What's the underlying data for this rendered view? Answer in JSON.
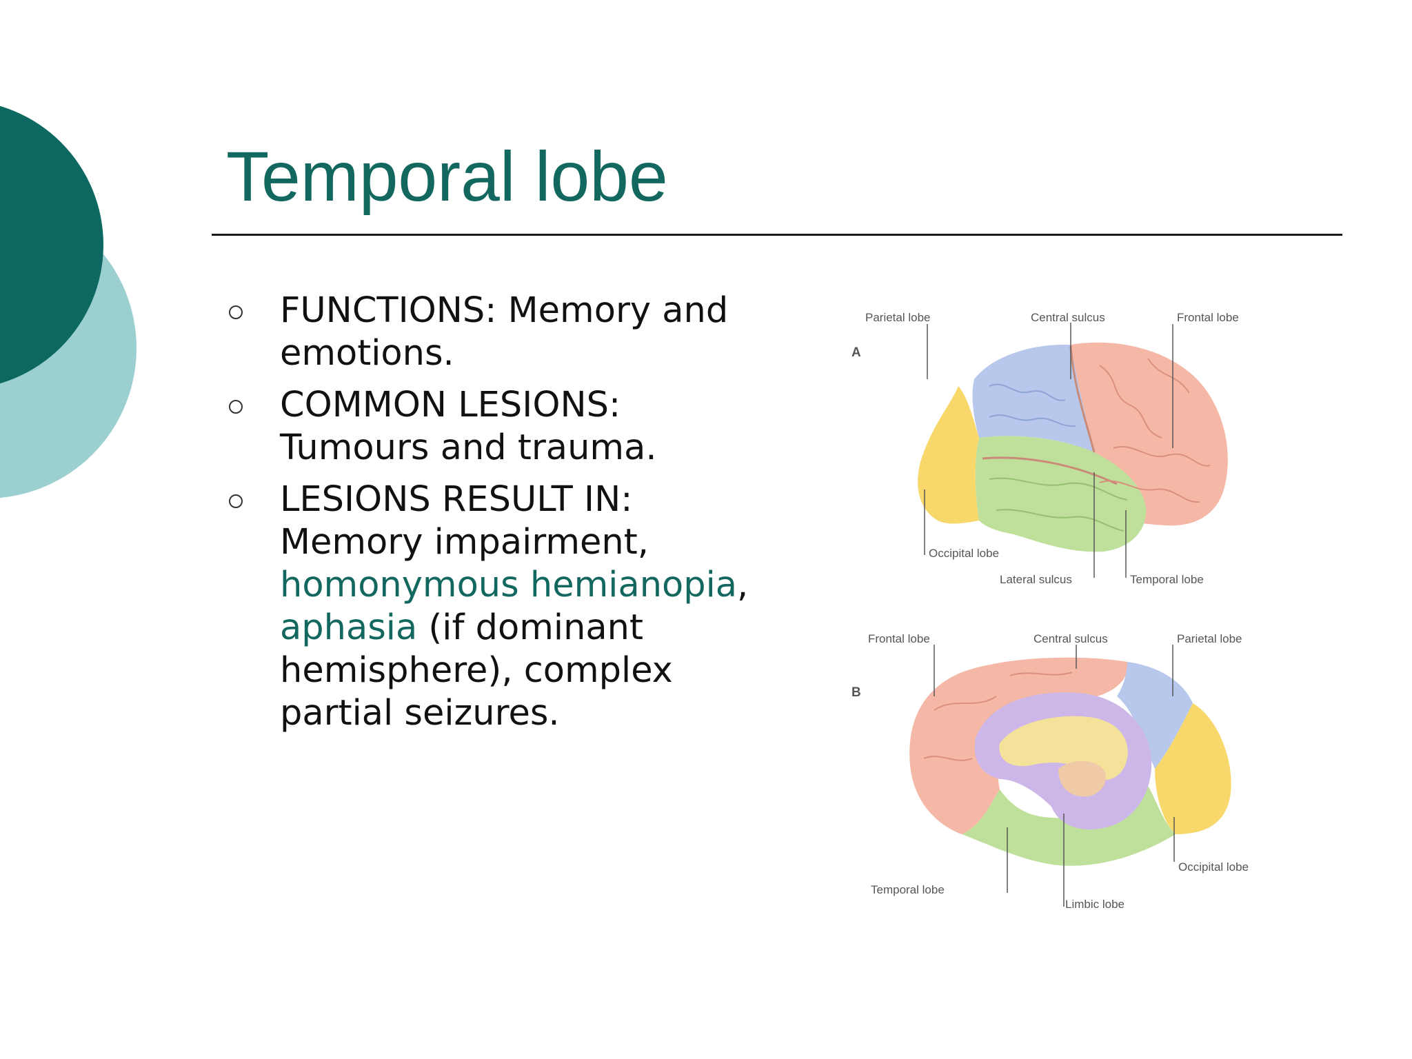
{
  "slide": {
    "title": "Temporal lobe",
    "bullets": [
      {
        "text": "FUNCTIONS: Memory and emotions."
      },
      {
        "text": "COMMON LESIONS: Tumours and trauma."
      },
      {
        "segments": [
          {
            "text": "LESIONS RESULT IN: Memory impairment, ",
            "link": false
          },
          {
            "text": "homonymous hemianopia",
            "link": true
          },
          {
            "text": ", ",
            "link": false
          },
          {
            "text": "aphasia",
            "link": true
          },
          {
            "text": " (if dominant hemisphere), complex partial seizures.",
            "link": false
          }
        ]
      }
    ]
  },
  "figure": {
    "panel_a": {
      "letter": "A",
      "labels": {
        "parietal": "Parietal lobe",
        "central": "Central sulcus",
        "frontal": "Frontal lobe",
        "occipital": "Occipital lobe",
        "lateral": "Lateral sulcus",
        "temporal": "Temporal lobe"
      }
    },
    "panel_b": {
      "letter": "B",
      "labels": {
        "frontal": "Frontal lobe",
        "central": "Central sulcus",
        "parietal": "Parietal lobe",
        "occipital": "Occipital lobe",
        "temporal": "Temporal lobe",
        "limbic": "Limbic lobe"
      }
    }
  },
  "colors": {
    "title": "#12675f",
    "link": "#12675f",
    "circle_dark": "#0c6861",
    "circle_light": "#9ccfd0",
    "frontal": "#f6b8a6",
    "parietal": "#b7c8ec",
    "temporal": "#bfe09a",
    "occipital": "#f8d86a",
    "limbic": "#cdb7e8"
  }
}
